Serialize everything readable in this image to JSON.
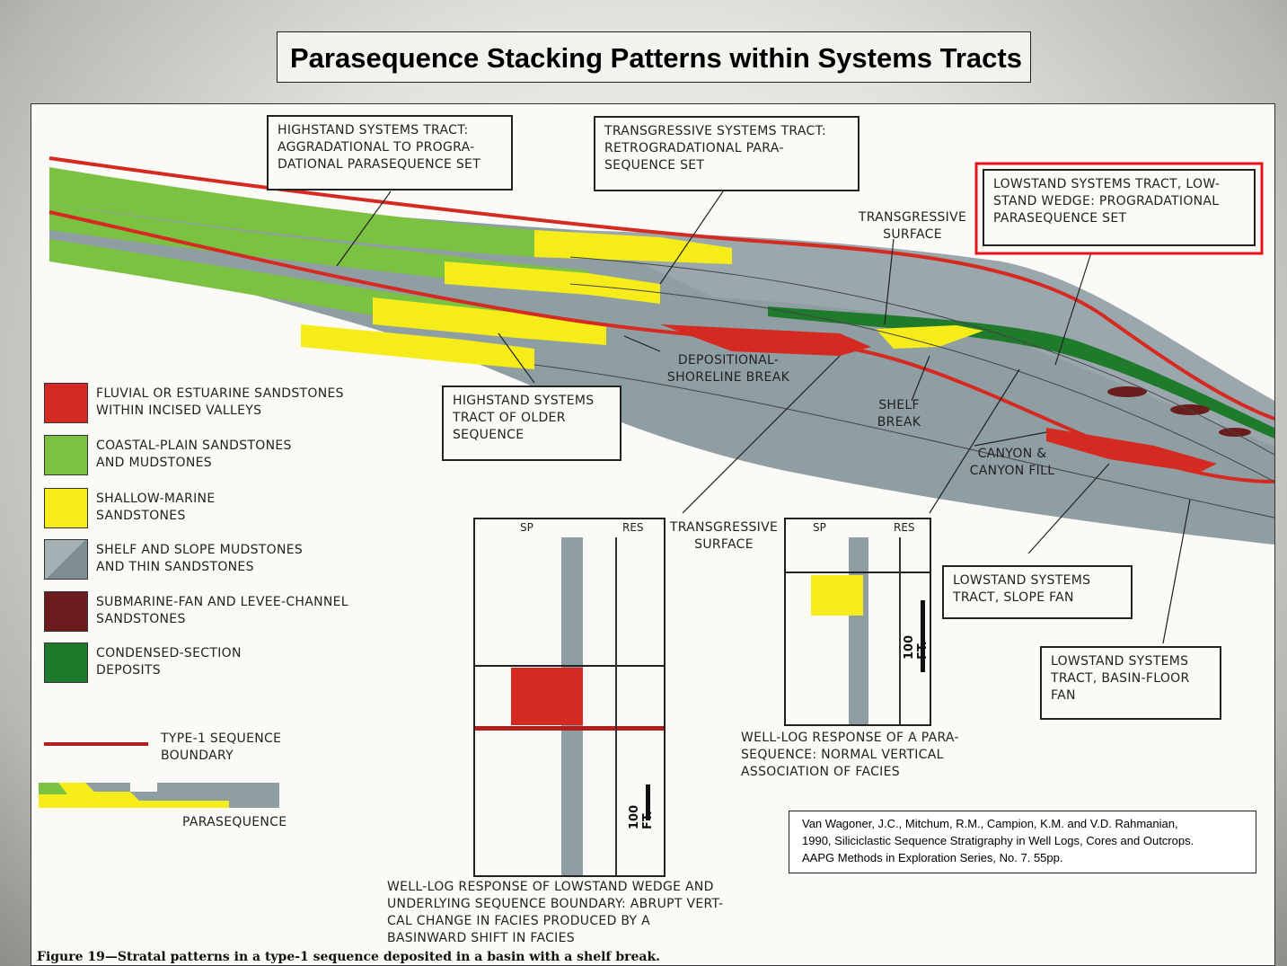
{
  "slide": {
    "title": "Parasequence Stacking Patterns within  Systems Tracts"
  },
  "callouts": {
    "highstand": "HIGHSTAND SYSTEMS TRACT:\nAGGRADATIONAL TO PROGRA-\nDATIONAL PARASEQUENCE SET",
    "transgressive": "TRANSGRESSIVE SYSTEMS TRACT:\nRETROGRADATIONAL PARA-\nSEQUENCE SET",
    "lowstand_wedge": "LOWSTAND SYSTEMS TRACT, LOW-\nSTAND WEDGE: PROGRADATIONAL\nPARASEQUENCE SET",
    "transgressive_surface": "TRANSGRESSIVE\nSURFACE",
    "depositional_break": "DEPOSITIONAL-\nSHORELINE BREAK",
    "highstand_older": "HIGHSTAND SYSTEMS\nTRACT OF OLDER\nSEQUENCE",
    "shelf_break": "SHELF\nBREAK",
    "canyon": "CANYON &\nCANYON FILL",
    "slope_fan": "LOWSTAND SYSTEMS\nTRACT, SLOPE FAN",
    "basin_floor_fan": "LOWSTAND SYSTEMS\nTRACT, BASIN-FLOOR\nFAN",
    "well_ts": "TRANSGRESSIVE\nSURFACE",
    "well_log_para": "WELL-LOG RESPONSE OF A PARA-\nSEQUENCE:  NORMAL VERTICAL\nASSOCIATION OF FACIES",
    "well_log_lowstand": "WELL-LOG RESPONSE OF LOWSTAND WEDGE AND\nUNDERLYING SEQUENCE BOUNDARY:  ABRUPT VERT-\nCAL CHANGE IN FACIES PRODUCED BY A\nBASINWARD SHIFT IN FACIES"
  },
  "wells": {
    "left": {
      "sp": "SP",
      "res": "RES",
      "scale": "100 FT."
    },
    "right": {
      "sp": "SP",
      "res": "RES",
      "scale": "100 FT."
    }
  },
  "legend": [
    {
      "label": "FLUVIAL OR ESTUARINE SANDSTONES\nWITHIN INCISED VALLEYS",
      "color": "#d42a22"
    },
    {
      "label": "COASTAL-PLAIN SANDSTONES\nAND MUDSTONES",
      "color": "#7cc242"
    },
    {
      "label": "SHALLOW-MARINE\nSANDSTONES",
      "color": "#f5ec1a"
    },
    {
      "label": "SHELF AND SLOPE MUDSTONES\nAND THIN SANDSTONES",
      "color": "#8f9ea3"
    },
    {
      "label": "SUBMARINE-FAN AND LEVEE-CHANNEL\nSANDSTONES",
      "color": "#6b1d1d"
    },
    {
      "label": "CONDENSED-SECTION\nDEPOSITS",
      "color": "#1f7a2c"
    }
  ],
  "legend_lines": {
    "boundary": "TYPE-1 SEQUENCE\nBOUNDARY",
    "parasequence": "PARASEQUENCE"
  },
  "citation": "Van Wagoner, J.C., Mitchum, R.M., Campion, K.M. and V.D. Rahmanian,\n1990, Siliciclastic Sequence Stratigraphy in Well Logs, Cores and Outcrops.\nAAPG Methods in Exploration Series, No. 7.  55pp.",
  "caption": "Figure 19—Stratal patterns in a type-1 sequence deposited in a basin with a shelf break.",
  "colors": {
    "red": "#d42a22",
    "green": "#7cc242",
    "yellow": "#f5ec1a",
    "grey": "#8f9ea3",
    "maroon": "#6b1d1d",
    "darkgreen": "#1f7a2c",
    "highlight": "#e8141b"
  }
}
